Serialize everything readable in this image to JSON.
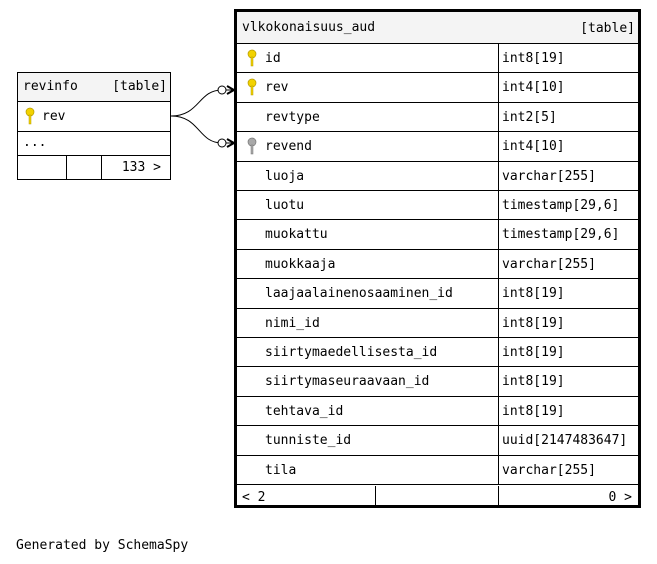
{
  "diagram": {
    "tables": {
      "revinfo": {
        "name": "revinfo",
        "tag": "[table]",
        "columns": [
          {
            "name": "rev",
            "key": "primary"
          }
        ],
        "ellipsis": "...",
        "footer": {
          "left": "",
          "mid": "",
          "right": "133 >"
        }
      },
      "main": {
        "name": "vlkokonaisuus_aud",
        "tag": "[table]",
        "columns": [
          {
            "name": "id",
            "type": "int8[19]",
            "key": "primary"
          },
          {
            "name": "rev",
            "type": "int4[10]",
            "key": "primary"
          },
          {
            "name": "revtype",
            "type": "int2[5]",
            "key": ""
          },
          {
            "name": "revend",
            "type": "int4[10]",
            "key": "foreign"
          },
          {
            "name": "luoja",
            "type": "varchar[255]",
            "key": ""
          },
          {
            "name": "luotu",
            "type": "timestamp[29,6]",
            "key": ""
          },
          {
            "name": "muokattu",
            "type": "timestamp[29,6]",
            "key": ""
          },
          {
            "name": "muokkaaja",
            "type": "varchar[255]",
            "key": ""
          },
          {
            "name": "laajaalainenosaaminen_id",
            "type": "int8[19]",
            "key": ""
          },
          {
            "name": "nimi_id",
            "type": "int8[19]",
            "key": ""
          },
          {
            "name": "siirtymaedellisesta_id",
            "type": "int8[19]",
            "key": ""
          },
          {
            "name": "siirtymaseuraavaan_id",
            "type": "int8[19]",
            "key": ""
          },
          {
            "name": "tehtava_id",
            "type": "int8[19]",
            "key": ""
          },
          {
            "name": "tunniste_id",
            "type": "uuid[2147483647]",
            "key": ""
          },
          {
            "name": "tila",
            "type": "varchar[255]",
            "key": ""
          }
        ],
        "footer": {
          "left": "< 2",
          "mid": "",
          "right": "0 >"
        }
      }
    },
    "colors": {
      "primary_key": "#f2d200",
      "foreign_key": "#a8a8a8",
      "header_bg": "#f4f4f4"
    },
    "footer_text": "Generated by SchemaSpy"
  }
}
